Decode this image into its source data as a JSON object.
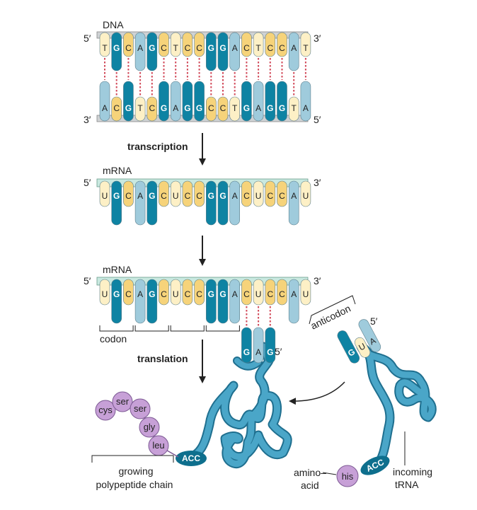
{
  "labels": {
    "dna": "DNA",
    "five_prime": "5′",
    "three_prime": "3′",
    "transcription": "transcription",
    "mrna": "mRNA",
    "codon": "codon",
    "translation": "translation",
    "anticodon": "anticodon",
    "growing": "growing",
    "polypeptide_chain": "polypeptide chain",
    "amino": "amino–",
    "acid": "acid",
    "incoming": "incoming",
    "trna": "tRNA"
  },
  "dna_top": [
    "T",
    "G",
    "C",
    "A",
    "G",
    "C",
    "T",
    "C",
    "C",
    "G",
    "G",
    "A",
    "C",
    "T",
    "C",
    "C",
    "A",
    "T"
  ],
  "dna_bottom": [
    "A",
    "C",
    "G",
    "T",
    "C",
    "G",
    "A",
    "G",
    "G",
    "C",
    "C",
    "T",
    "G",
    "A",
    "G",
    "G",
    "T",
    "A"
  ],
  "mrna": [
    "U",
    "G",
    "C",
    "A",
    "G",
    "C",
    "U",
    "C",
    "C",
    "G",
    "G",
    "A",
    "C",
    "U",
    "C",
    "C",
    "A",
    "U"
  ],
  "bound_anticodon": [
    "G",
    "A",
    "G"
  ],
  "free_anticodon": [
    "G",
    "U",
    "A"
  ],
  "acc": "ACC",
  "chain": [
    "cys",
    "ser",
    "ser",
    "gly",
    "leu"
  ],
  "incoming_amino_acid": "his",
  "colors": {
    "A": "#9fcbdc",
    "G": "#0e83a3",
    "C": "#f6d37a",
    "T": "#fdf0c6",
    "U": "#fdf0c6",
    "backbone_dna": "#cfd2d4",
    "backbone_rna": "#c9e9e0",
    "trna": "#4aa6c8",
    "amino_acid": "#c7a0d7",
    "hbond": "#d24a5a"
  }
}
